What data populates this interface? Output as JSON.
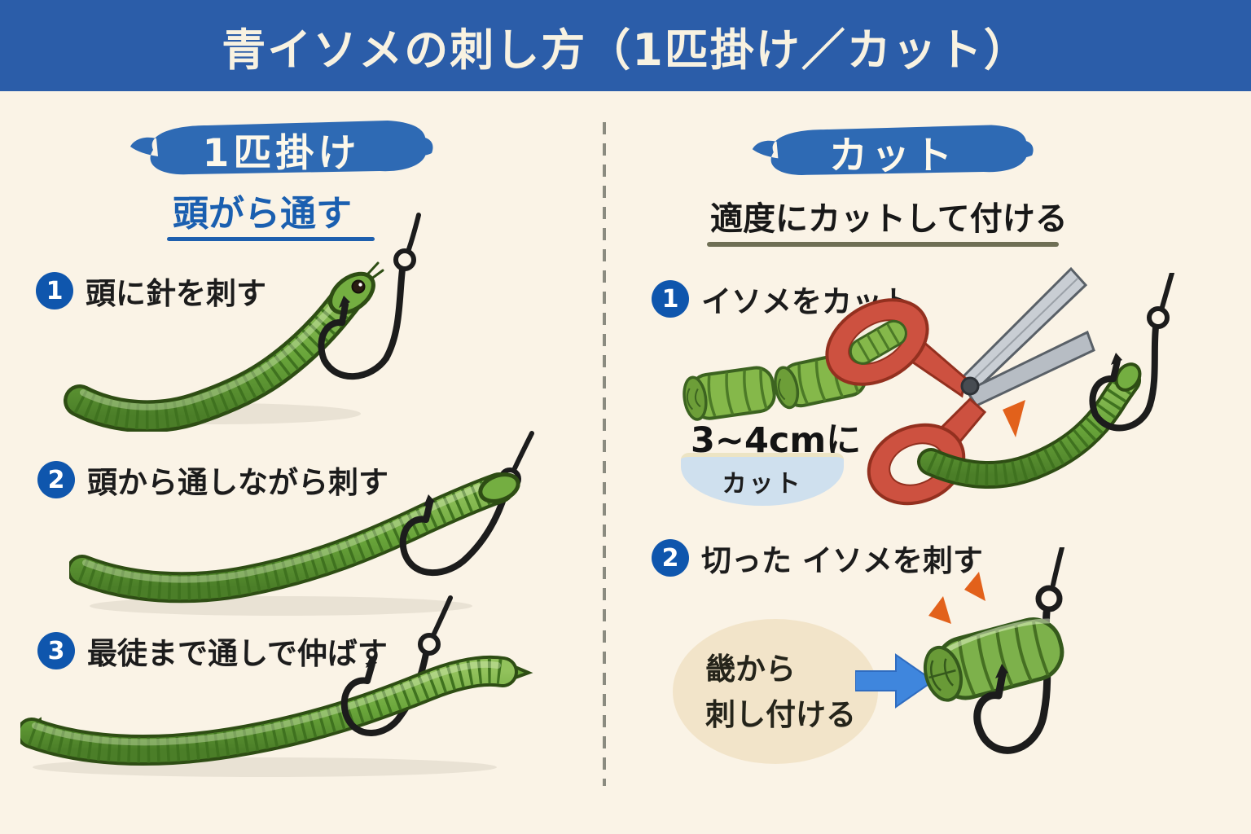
{
  "title": "青イソメの刺し方（1匹掛け／カット）",
  "left": {
    "badge": "1匹掛け",
    "subtitle": "頭がら通す",
    "steps": [
      {
        "num": "1",
        "label": "頭に針を刺す"
      },
      {
        "num": "2",
        "label": "頭から通しながら刺す"
      },
      {
        "num": "3",
        "label": "最徒まで通しで仲ばす"
      }
    ]
  },
  "right": {
    "badge": "カット",
    "subtitle": "適度にカットして付ける",
    "steps": [
      {
        "num": "1",
        "label": "イソメをカット"
      },
      {
        "num": "2",
        "label": "切った イソメを刺す"
      }
    ],
    "cut_size": "3~4cmに",
    "cut_label": "カット",
    "bubble_line1": "畿から",
    "bubble_line2": "刺し付ける"
  },
  "icons": {
    "worm-icon": "segmented green ragworm shape",
    "fishhook-icon": "J-shaped hook with eyelet",
    "scissors-icon": "open scissors with red handles",
    "arrow-right-icon": "solid right arrow",
    "emphasis-ticks-icon": "orange accent triangles"
  },
  "colors": {
    "header_blue": "#2b5da9",
    "brush_blue": "#2e6ab4",
    "subtitle_blue": "#1a5fb0",
    "step_circle_blue": "#0f56ad",
    "background_cream": "#faf3e6",
    "worm_green": "#69a53a",
    "worm_dark_green": "#3f721f",
    "scissors_red": "#cd5140",
    "arrow_blue": "#3f86dd",
    "accent_orange": "#e2611b",
    "cut_bubble_blue": "#cfe0ee",
    "note_bubble_beige": "#f2e4c9",
    "underline_olive": "#6f6f55"
  }
}
